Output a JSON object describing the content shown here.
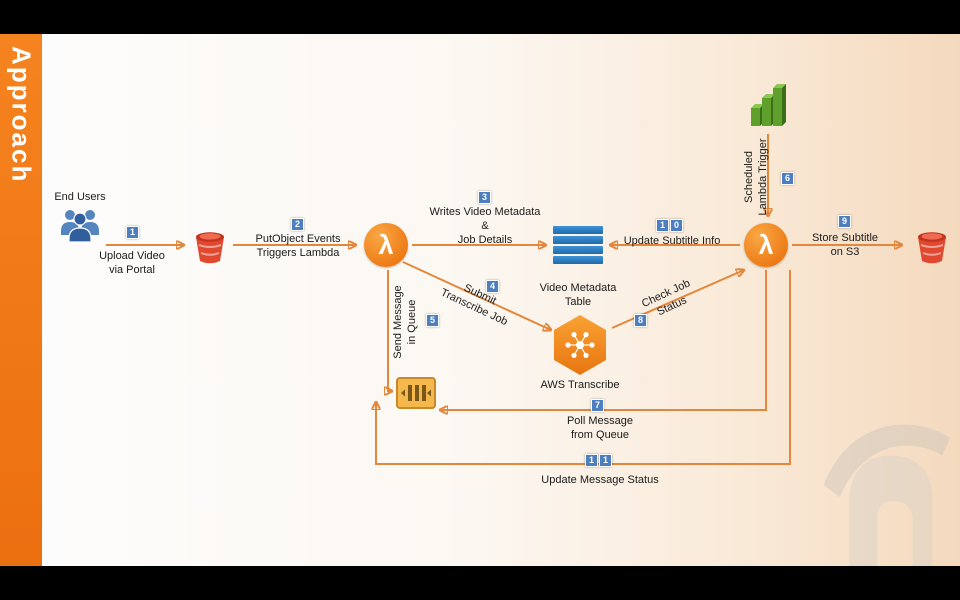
{
  "sidebar": {
    "title": "Approach"
  },
  "nodes": {
    "end_users_label": "End Users",
    "lambda_symbol": "λ",
    "video_metadata_table_label": "Video Metadata\nTable",
    "aws_transcribe_label": "AWS Transcribe"
  },
  "steps": {
    "s1": {
      "badge": "1",
      "text": "Upload Video\nvia Portal"
    },
    "s2": {
      "badge": "2",
      "text": "PutObject Events\nTriggers Lambda"
    },
    "s3": {
      "badge": "3",
      "text": "Writes Video Metadata\n&\nJob Details"
    },
    "s4": {
      "badge": "4",
      "text": "Submit\nTranscribe Job"
    },
    "s5": {
      "badge": "5",
      "text": "Send Message\nin Queue"
    },
    "s6": {
      "badge": "6",
      "text": "Scheduled\nLambda Trigger"
    },
    "s7": {
      "badge": "7",
      "text": "Poll Message\nfrom Queue"
    },
    "s8": {
      "badge": "8",
      "text": "Check Job\nStatus"
    },
    "s9": {
      "badge": "9",
      "text": "Store Subtitle\non S3"
    },
    "s10": {
      "badge_digits": [
        "1",
        "0"
      ],
      "text": "Update Subtitle Info"
    },
    "s11": {
      "badge_digits": [
        "1",
        "1"
      ],
      "text": "Update Message Status"
    }
  },
  "colors": {
    "accent_orange": "#F5821F",
    "arrow_orange": "#E2873C",
    "badge_blue": "#4D7EBF",
    "lambda_orange": "#ED7914",
    "s3_red": "#D9432F",
    "dynamodb_blue": "#2F7DC1",
    "cloudwatch_green": "#5FA02C",
    "sqs_gold": "#F5B84D"
  }
}
